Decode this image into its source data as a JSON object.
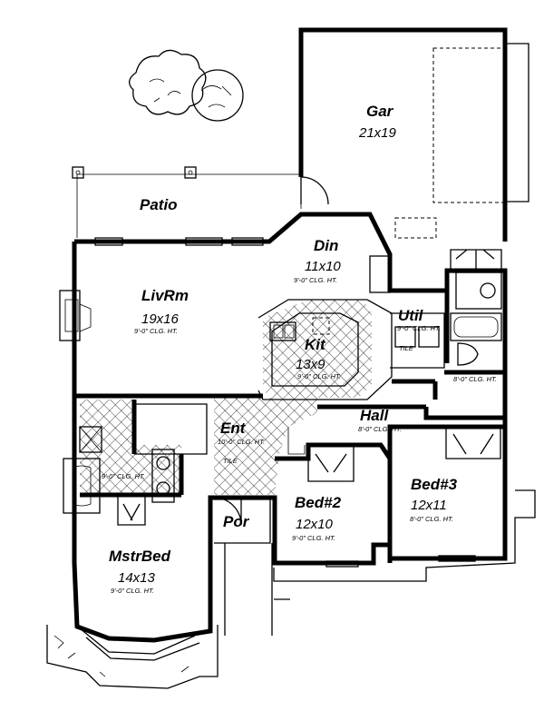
{
  "rooms": {
    "garage": {
      "name": "Gar",
      "size": "21x19"
    },
    "patio": {
      "name": "Patio"
    },
    "dining": {
      "name": "Din",
      "size": "11x10",
      "ceiling": "9'-0\" CLG. HT."
    },
    "living": {
      "name": "LivRm",
      "size": "19x16",
      "ceiling": "9'-0\" CLG. HT."
    },
    "utility": {
      "name": "Util",
      "ceiling": "9'-0\" CLG. HT.",
      "floor": "TILE"
    },
    "kitchen": {
      "name": "Kit",
      "size": "13x9",
      "ceiling": "9'-0\" CLG. HT."
    },
    "hall": {
      "name": "Hall",
      "ceiling": "8'-0\" CLG. HT."
    },
    "hall_bath": {
      "ceiling": "8'-0\" CLG. HT."
    },
    "entry": {
      "name": "Ent",
      "ceiling": "10'-0\" CLG. HT.",
      "floor": "TILE"
    },
    "master_bath": {
      "ceiling": "9'-0\" CLG. HT."
    },
    "bed2": {
      "name": "Bed#2",
      "size": "12x10",
      "ceiling": "9'-0\" CLG. HT."
    },
    "bed3": {
      "name": "Bed#3",
      "size": "12x11",
      "ceiling": "8'-0\" CLG. HT."
    },
    "porch": {
      "name": "Por"
    },
    "master": {
      "name": "MstrBed",
      "size": "14x13",
      "ceiling": "9'-0\" CLG. HT."
    }
  }
}
